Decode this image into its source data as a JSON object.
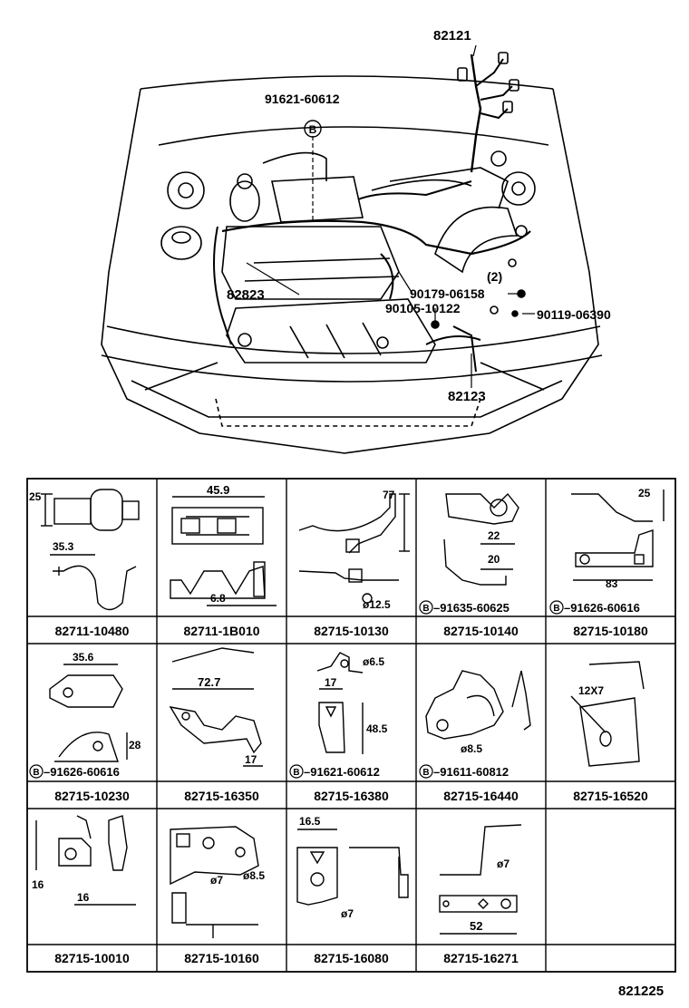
{
  "engine_bay": {
    "callouts": {
      "harness_main": "82121",
      "bolt_b": "91621-60612",
      "b_symbol": "B",
      "harness_left": "82823",
      "clip_1": "90179-06158",
      "qty_2": "(2)",
      "bolt_2": "90105-10122",
      "bolt_3": "90119-06390",
      "harness_bottom": "82123"
    }
  },
  "parts_grid": {
    "rows": [
      [
        {
          "part": "82711-10480",
          "dims": [
            "25",
            "35.3"
          ]
        },
        {
          "part": "82711-1B010",
          "dims": [
            "45.9",
            "6.8"
          ]
        },
        {
          "part": "82715-10130",
          "dims": [
            "77",
            "ø12.5"
          ]
        },
        {
          "part": "82715-10140",
          "dims": [
            "22",
            "20"
          ],
          "bolt": "91635-60625"
        },
        {
          "part": "82715-10180",
          "dims": [
            "25",
            "83"
          ],
          "bolt": "91626-60616"
        }
      ],
      [
        {
          "part": "82715-10230",
          "dims": [
            "35.6",
            "28"
          ],
          "bolt": "91626-60616"
        },
        {
          "part": "82715-16350",
          "dims": [
            "72.7",
            "17"
          ]
        },
        {
          "part": "82715-16380",
          "dims": [
            "ø6.5",
            "17",
            "48.5"
          ],
          "bolt": "91621-60612"
        },
        {
          "part": "82715-16440",
          "dims": [
            "ø8.5"
          ],
          "bolt": "91611-60812"
        },
        {
          "part": "82715-16520",
          "dims": [
            "12X7"
          ]
        }
      ],
      [
        {
          "part": "82715-10010",
          "dims": [
            "16",
            "16"
          ]
        },
        {
          "part": "82715-10160",
          "dims": [
            "ø7",
            "ø8.5"
          ]
        },
        {
          "part": "82715-16080",
          "dims": [
            "16.5",
            "ø7"
          ]
        },
        {
          "part": "82715-16271",
          "dims": [
            "ø7",
            "52"
          ]
        },
        {
          "part": ""
        }
      ]
    ],
    "b_symbol": "B"
  },
  "figure_id": "821225"
}
